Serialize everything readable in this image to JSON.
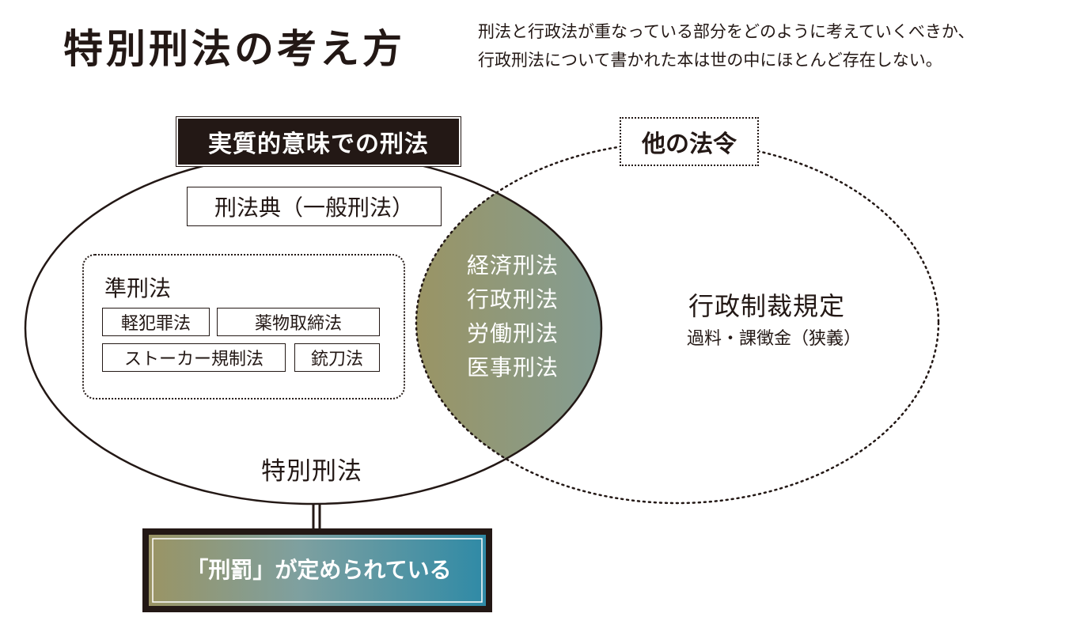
{
  "header": {
    "title": "特別刑法の考え方",
    "description": [
      "刑法と行政法が重なっている部分をどのように考えていくべきか、",
      "行政刑法について書かれた本は世の中にほとんど存在しない。"
    ]
  },
  "diagram": {
    "left_label": "実質的意味での刑法",
    "right_label": "他の法令",
    "penal_code": "刑法典（一般刑法）",
    "quasi_title": "準刑法",
    "quasi_laws": [
      "軽犯罪法",
      "薬物取締法",
      "ストーカー規制法",
      "銃刀法"
    ],
    "overlap": [
      "経済刑法",
      "行政刑法",
      "労働刑法",
      "医事刑法"
    ],
    "admin_title": "行政制裁規定",
    "admin_sub": "過料・課徴金（狭義）",
    "special_label": "特別刑法",
    "penalty_box": "「刑罰」が定められている"
  },
  "colors": {
    "ink": "#231815",
    "gradient_start": "#9a9464",
    "gradient_end": "#2f8aa6"
  }
}
